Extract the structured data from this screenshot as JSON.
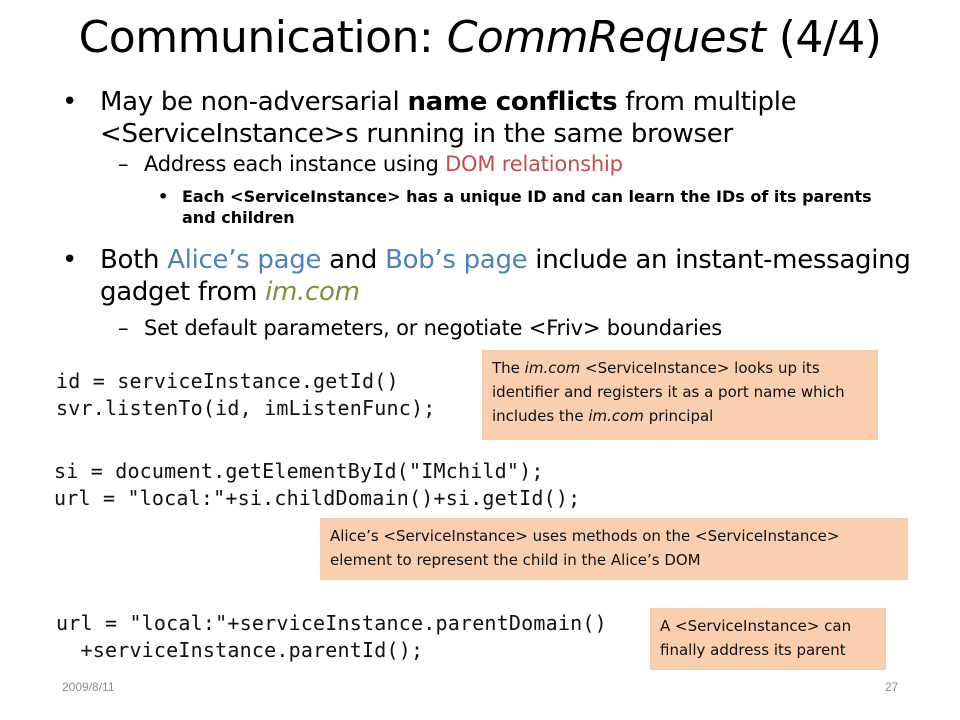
{
  "slide": {
    "title_pre": "Communication: ",
    "title_italic": "CommRequest",
    "title_post": " (4/4)",
    "bullet1": {
      "pre": "May be non-adversarial ",
      "bold": "name conflicts",
      "post": " from multiple <ServiceInstance>s running in the same browser"
    },
    "sub1": {
      "pre": "Address each instance using ",
      "highlight": "DOM relationship"
    },
    "subsub1": "Each <ServiceInstance> has a unique ID and can learn the IDs of its parents and children",
    "bullet2": {
      "pre": "Both ",
      "alice": "Alice’s page",
      "mid": " and ",
      "bob": "Bob’s page",
      "mid2": " include an instant-messaging gadget from ",
      "site": "im.com"
    },
    "sub2": "Set default parameters, or negotiate <Friv> boundaries",
    "code1": [
      "id = serviceInstance.getId()",
      "svr.listenTo(id, imListenFunc);"
    ],
    "code2": [
      "si = document.getElementById(\"IMchild\");",
      "url = \"local:\"+si.childDomain()+si.getId();"
    ],
    "code3": [
      "url = \"local:\"+serviceInstance.parentDomain()",
      "  +serviceInstance.parentId();"
    ],
    "note1": {
      "pre": "The ",
      "site": "im.com",
      "mid": " <ServiceInstance> looks up its identifier and registers  it as a port name which includes the ",
      "site2": "im.com",
      "post": " principal"
    },
    "note2": "Alice’s <ServiceInstance> uses methods on the <ServiceInstance> element  to represent the child in the Alice’s DOM",
    "note3": "A <ServiceInstance> can finally address its parent",
    "footer_date": "2009/8/11",
    "footer_page": "27"
  },
  "colors": {
    "blue": "#4f81bd",
    "red": "#c0504d",
    "green": "#77933c",
    "note_bg": "#f9cfb0"
  }
}
